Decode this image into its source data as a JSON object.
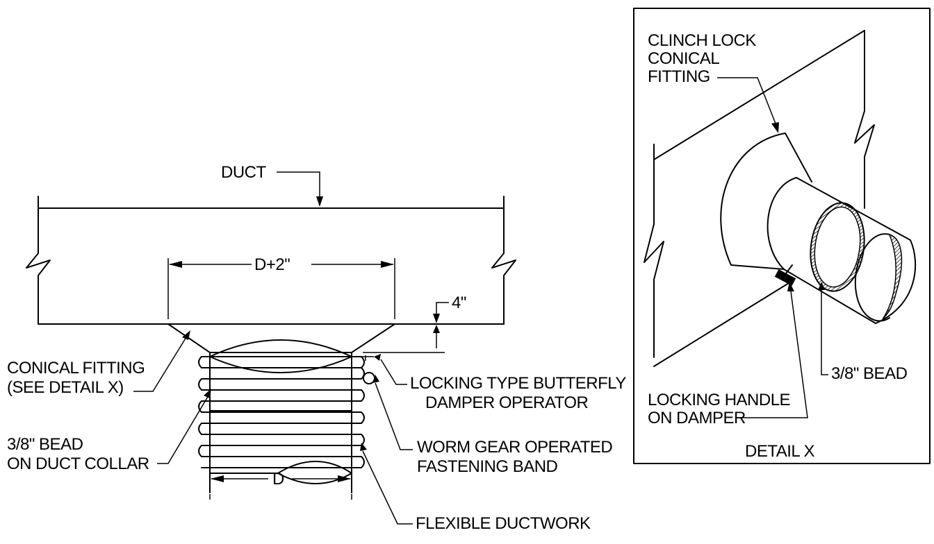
{
  "main_view": {
    "duct_label": "DUCT",
    "opening_width_label": "D+2\"",
    "depth_label": "4\"",
    "conical_fitting_line1": "CONICAL FITTING",
    "conical_fitting_line2": "(SEE DETAIL X)",
    "bead_line1": "3/8\" BEAD",
    "bead_line2": "ON DUCT COLLAR",
    "collar_width_label": "D",
    "damper_line1": "LOCKING TYPE BUTTERFLY",
    "damper_line2": "DAMPER OPERATOR",
    "band_line1": "WORM GEAR OPERATED",
    "band_line2": "FASTENING BAND",
    "flexible_label": "FLEXIBLE DUCTWORK"
  },
  "detail_x": {
    "title": "DETAIL X",
    "clinch_line1": "CLINCH LOCK",
    "clinch_line2": "CONICAL",
    "clinch_line3": "FITTING",
    "bead_label": "3/8\" BEAD",
    "handle_line1": "LOCKING HANDLE",
    "handle_line2": "ON DAMPER"
  }
}
